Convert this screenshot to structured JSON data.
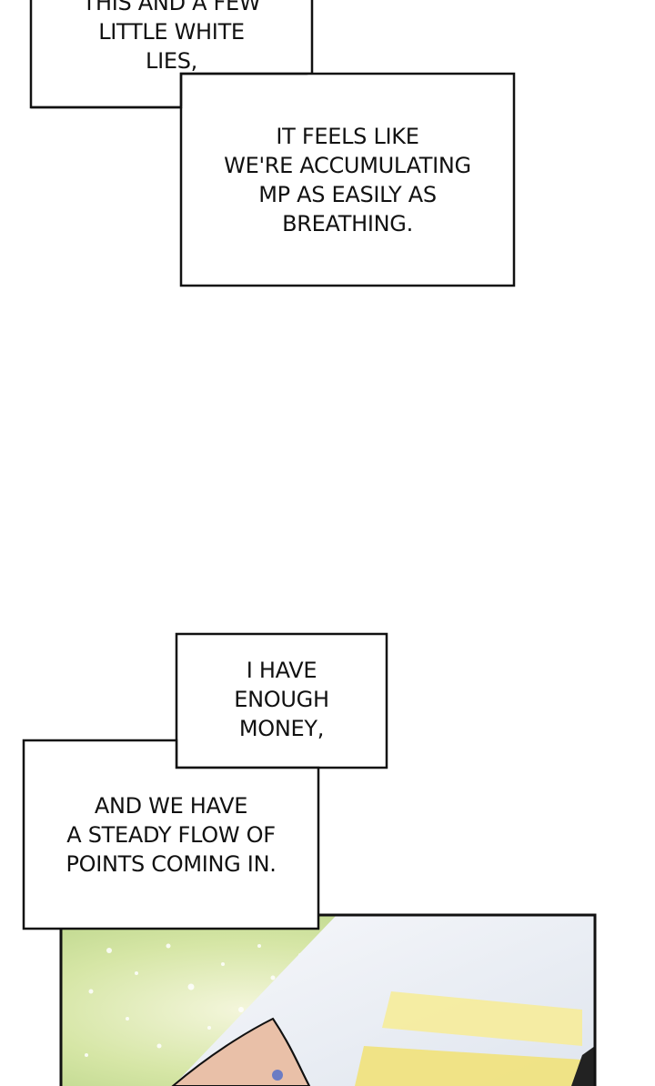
{
  "captions": {
    "top_left": {
      "lines": [
        "THIS AND A FEW",
        "LITTLE WHITE",
        "LIES,"
      ]
    },
    "top_right": {
      "lines": [
        "IT FEELS LIKE",
        "WE'RE ACCUMULATING",
        "MP AS EASILY AS",
        "BREATHING."
      ]
    },
    "middle_right": {
      "lines": [
        "I HAVE",
        "ENOUGH",
        "MONEY,"
      ]
    },
    "middle_left": {
      "lines": [
        "AND WE HAVE",
        "A STEADY FLOW OF",
        "POINTS COMING IN."
      ]
    }
  },
  "colors": {
    "border": "#111111",
    "panel_green": "#c9df9a",
    "panel_glow": "#f3f5d6",
    "panel_screen": "#eef1f6",
    "panel_yellow": "#f4e98a"
  }
}
